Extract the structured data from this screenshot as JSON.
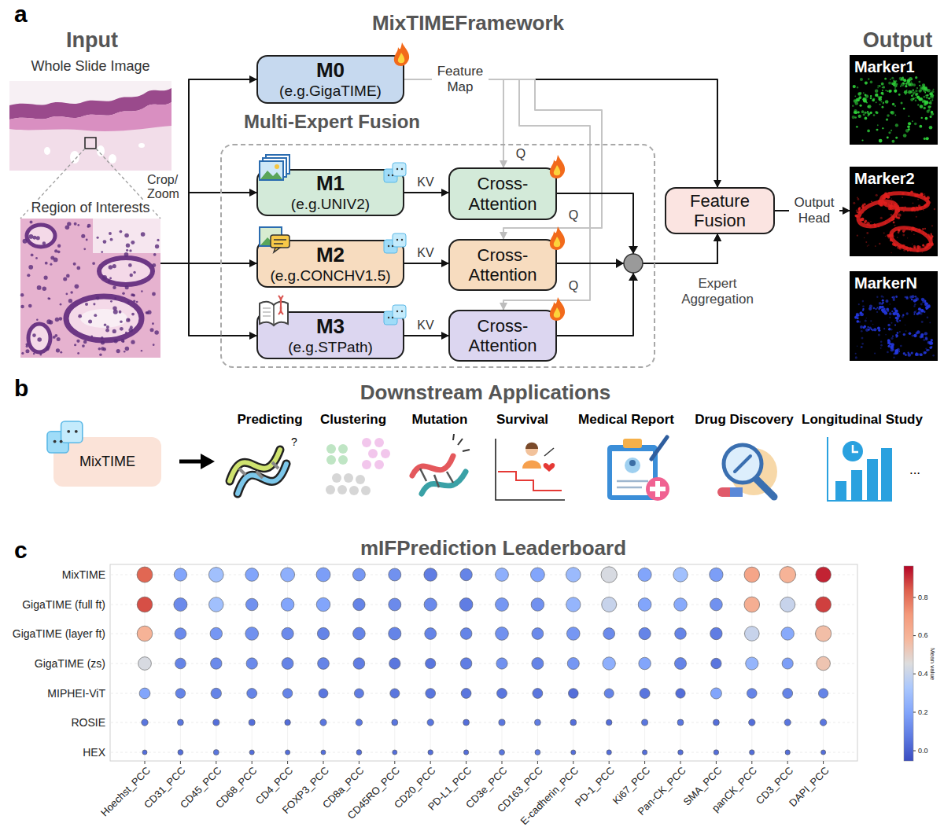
{
  "diagram": {
    "nodes": [
      {
        "text": [
          "Whole Slide Image"
        ]
      },
      {
        "text": [
          "Region of Interests"
        ]
      },
      {
        "text": [
          "M0",
          "(e.g.GigaTIME)"
        ]
      },
      {
        "text": [
          "Multi-Expert Fusion"
        ]
      },
      {
        "text": [
          "M1",
          "(e.g.UNIV2)"
        ],
        "in": 3
      },
      {
        "text": [
          "Cross- Attention"
        ],
        "in": 3
      },
      {
        "text": [
          "M2",
          "(e.g.CONCHV1.5)"
        ],
        "in": 3
      },
      {
        "text": [
          "Cross- Attention"
        ],
        "in": 3
      },
      {
        "text": [
          "M3",
          "(e.g.STPath)"
        ],
        "in": 3
      },
      {
        "text": [
          "Cross- Attention"
        ],
        "in": 3
      },
      {
        "text": [
          "Feature Fusion"
        ]
      },
      {
        "text": [
          "Marker1"
        ]
      },
      {
        "text": [
          "Marker2"
        ]
      },
      {
        "text": [
          "MarkerN"
        ]
      },
      {
        "text": [
          "MixTIME"
        ]
      }
    ],
    "edges": [
      {
        "from": 1,
        "to": 2,
        "arrow": "to"
      },
      {
        "from": 1,
        "to": 4,
        "arrow": "to"
      },
      {
        "from": 1,
        "to": 6,
        "arrow": "to"
      },
      {
        "from": 1,
        "to": 8,
        "arrow": "to"
      },
      {
        "from": 2,
        "to": 10,
        "label": "Feature Map",
        "arrow": "to"
      },
      {
        "from": 2,
        "to": 5,
        "label": "Q",
        "arrow": "to"
      },
      {
        "from": 2,
        "to": 7,
        "label": "Q",
        "arrow": "to"
      },
      {
        "from": 2,
        "to": 9,
        "label": "Q",
        "arrow": "to"
      },
      {
        "from": 4,
        "to": 5,
        "label": "KV",
        "arrow": "to"
      },
      {
        "from": 6,
        "to": 7,
        "label": "KV",
        "arrow": "to"
      },
      {
        "from": 8,
        "to": 9,
        "label": "KV",
        "arrow": "to"
      },
      {
        "from": 5,
        "to": 10,
        "arrow": "to"
      },
      {
        "from": 7,
        "to": 10,
        "arrow": "to"
      },
      {
        "from": 9,
        "to": 10,
        "arrow": "to"
      },
      {
        "from": 10,
        "to": 12,
        "label": "Output Head",
        "arrow": "to"
      }
    ],
    "labels": [
      "a",
      "MixTIMEFramework",
      "Input",
      "Crop/ Zoom",
      "Expert Aggregation",
      "Output",
      "b",
      "Downstream Applications",
      "Predicting",
      "?",
      "Clustering",
      "Mutation",
      "Survival",
      "Medical Report",
      "Drug Discovery",
      "Longitudinal Study",
      "...",
      "c",
      "mIFPrediction Leaderboard",
      "MixTIME",
      "GigaTIME (full ft)",
      "GigaTIME (layer ft)",
      "GigaTIME (zs)",
      "MIPHEI-ViT",
      "ROSIE",
      "HEX",
      "Hoechst_PCC",
      "CD31_PCC",
      "CD45_PCC",
      "CD68_PCC",
      "CD4_PCC",
      "FOXP3_PCC",
      "CD8a_PCC",
      "CD45RO_PCC",
      "CD20_PCC",
      "PD-L1_PCC",
      "CD3e_PCC",
      "CD163_PCC",
      "E-cadherin_PCC",
      "PD-1_PCC",
      "Ki67_PCC",
      "Pan-CK_PCC",
      "SMA_PCC",
      "panCK_PCC",
      "CD3_PCC",
      "DAPI_PCC",
      "0.8",
      "0.6",
      "0.4",
      "0.2",
      "0.0",
      "Mean value"
    ]
  }
}
